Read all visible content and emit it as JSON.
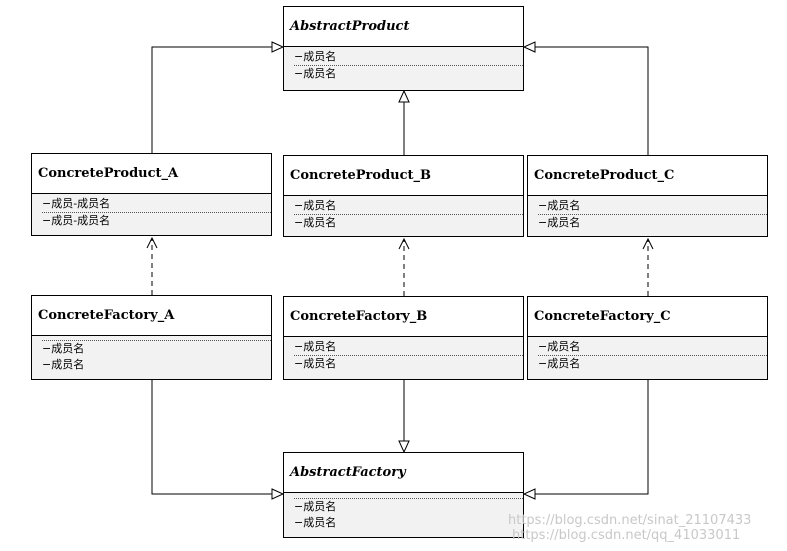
{
  "diagram": {
    "abstract_product": {
      "title": "AbstractProduct",
      "members": [
        "−成员名",
        "−成员名"
      ]
    },
    "product_a": {
      "title": "ConcreteProduct_A",
      "members": [
        "−成员-成员名",
        "−成员-成员名"
      ]
    },
    "product_b": {
      "title": "ConcreteProduct_B",
      "members": [
        "−成员名",
        "−成员名"
      ]
    },
    "product_c": {
      "title": "ConcreteProduct_C",
      "members": [
        "−成员名",
        "−成员名"
      ]
    },
    "factory_a": {
      "title": "ConcreteFactory_A",
      "members": [
        "−成员名",
        "−成员名"
      ]
    },
    "factory_b": {
      "title": "ConcreteFactory_B",
      "members": [
        "−成员名",
        "−成员名"
      ]
    },
    "factory_c": {
      "title": "ConcreteFactory_C",
      "members": [
        "−成员名",
        "−成员名"
      ]
    },
    "abstract_factory": {
      "title": "AbstractFactory",
      "members": [
        "−成员名",
        "−成员名"
      ]
    }
  },
  "watermark": {
    "line1": "https://blog.csdn.net/sinat_21107433",
    "line2": "https://blog.csdn.net/qq_41033011"
  },
  "colors": {
    "line": "#000000",
    "member_bg": "#f2f2f2",
    "watermark": "#c8c8c8"
  }
}
